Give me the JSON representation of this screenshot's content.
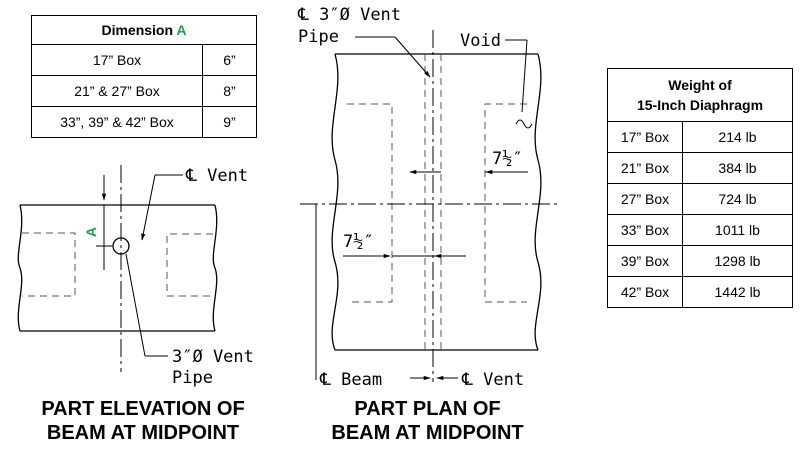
{
  "dimension_table": {
    "title": "Dimension",
    "title_letter": "A",
    "rows": [
      {
        "box": "17” Box",
        "value": "6”"
      },
      {
        "box": "21” & 27” Box",
        "value": "8”"
      },
      {
        "box": "33”, 39” & 42” Box",
        "value": "9”"
      }
    ]
  },
  "weight_table": {
    "title_line1": "Weight of",
    "title_line2": "15-Inch Diaphragm",
    "rows": [
      {
        "box": "17” Box",
        "weight": "214 lb"
      },
      {
        "box": "21” Box",
        "weight": "384 lb"
      },
      {
        "box": "27” Box",
        "weight": "724 lb"
      },
      {
        "box": "33” Box",
        "weight": "1011 lb"
      },
      {
        "box": "39” Box",
        "weight": "1298 lb"
      },
      {
        "box": "42” Box",
        "weight": "1442 lb"
      }
    ]
  },
  "elevation": {
    "cl_vent_label": "℄ Vent",
    "dim_letter": "A",
    "vent_pipe_line1": "3″Ø Vent",
    "vent_pipe_line2": "Pipe",
    "caption_line1": "PART ELEVATION OF",
    "caption_line2": "BEAM AT MIDPOINT"
  },
  "plan": {
    "cl_vent_pipe_line1": "℄ 3″Ø Vent",
    "cl_vent_pipe_line2": "Pipe",
    "void_label": "Void",
    "dim_right": "7½″",
    "dim_left": "7½″",
    "cl_beam_label": "℄ Beam",
    "cl_vent_label": "℄ Vent",
    "caption_line1": "PART PLAN OF",
    "caption_line2": "BEAM AT MIDPOINT"
  },
  "colors": {
    "line": "#000000",
    "accent": "#1aa34a"
  }
}
